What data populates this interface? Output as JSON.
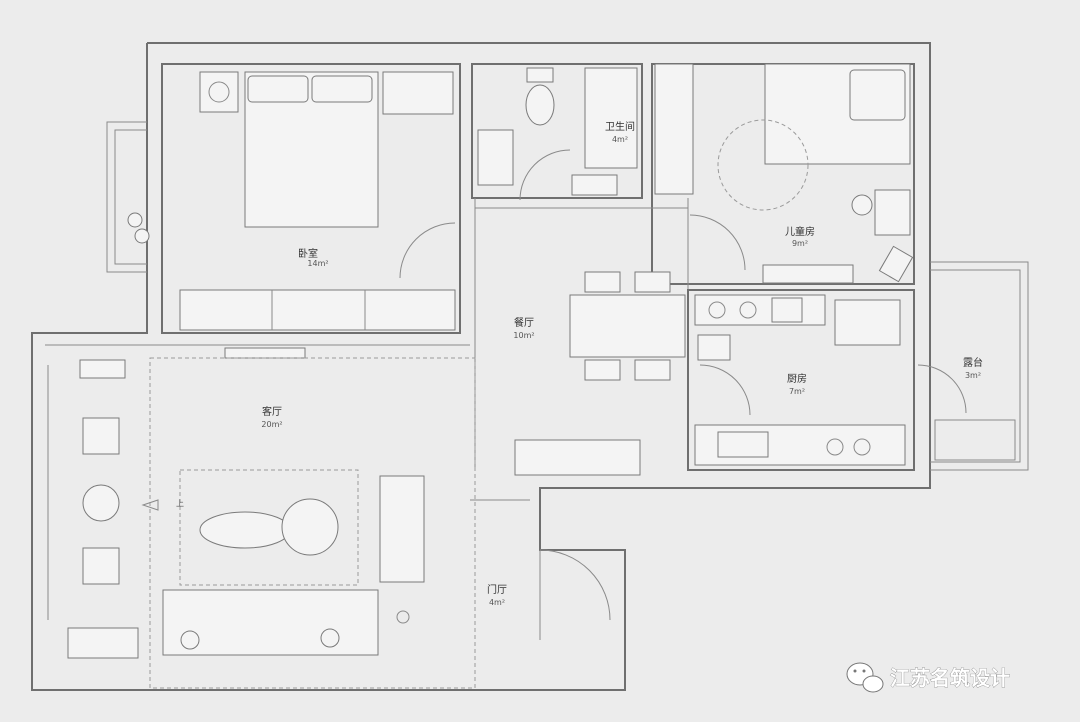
{
  "rooms": {
    "bedroom": {
      "name": "卧室",
      "area": "14m²"
    },
    "bathroom": {
      "name": "卫生间",
      "area": "4m²"
    },
    "kids": {
      "name": "儿童房",
      "area": "9m²"
    },
    "dining": {
      "name": "餐厅",
      "area": "10m²"
    },
    "kitchen": {
      "name": "厨房",
      "area": "7m²"
    },
    "terrace": {
      "name": "露台",
      "area": "3m²"
    },
    "living": {
      "name": "客厅",
      "area": "20m²"
    },
    "entry": {
      "name": "门厅",
      "area": "4m²"
    }
  },
  "stair_label": "上",
  "watermark": {
    "text": "江苏名筑设计",
    "icon": "wechat-icon"
  }
}
